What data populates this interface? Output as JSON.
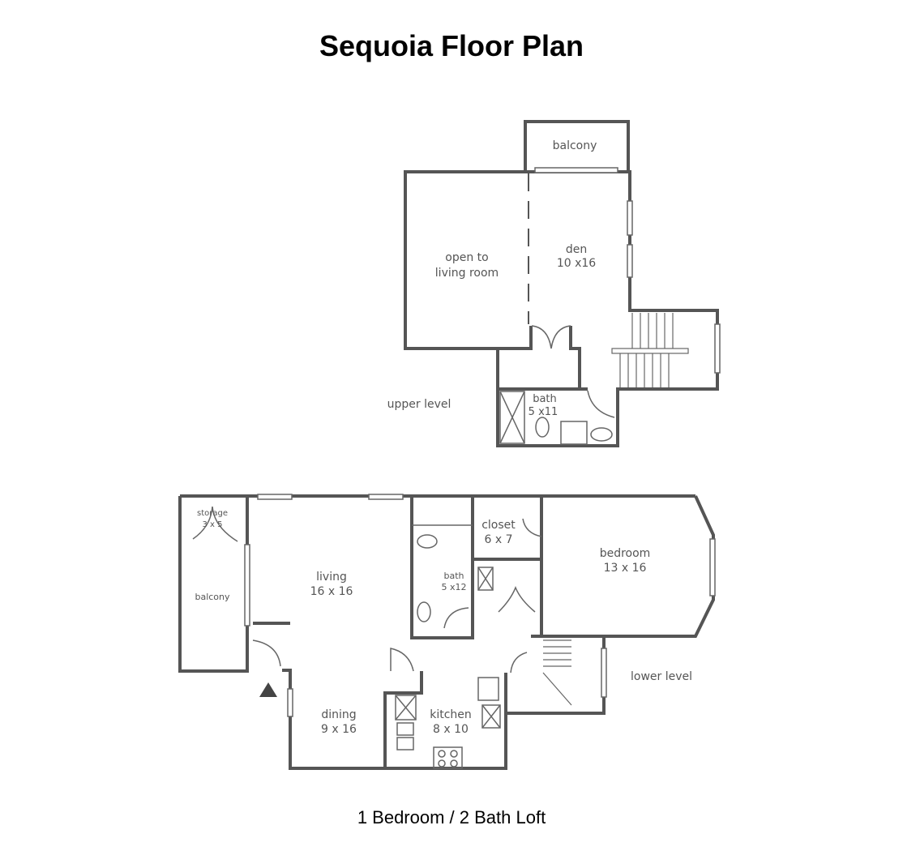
{
  "title": "Sequoia Floor Plan",
  "subtitle": "1 Bedroom / 2 Bath Loft",
  "upper_level": {
    "label": "upper level",
    "rooms": [
      {
        "name": "balcony",
        "size": ""
      },
      {
        "name": "open to",
        "size": "living room"
      },
      {
        "name": "den",
        "size": "10 x16"
      },
      {
        "name": "bath",
        "size": "5 x11"
      }
    ]
  },
  "lower_level": {
    "label": "lower level",
    "rooms": [
      {
        "name": "storage",
        "size": "3 x 5"
      },
      {
        "name": "balcony",
        "size": ""
      },
      {
        "name": "living",
        "size": "16 x 16"
      },
      {
        "name": "dining",
        "size": "9 x 16"
      },
      {
        "name": "kitchen",
        "size": "8 x 10"
      },
      {
        "name": "bath",
        "size": "5 x12"
      },
      {
        "name": "closet",
        "size": "6 x 7"
      },
      {
        "name": "bedroom",
        "size": "13 x 16"
      }
    ]
  }
}
